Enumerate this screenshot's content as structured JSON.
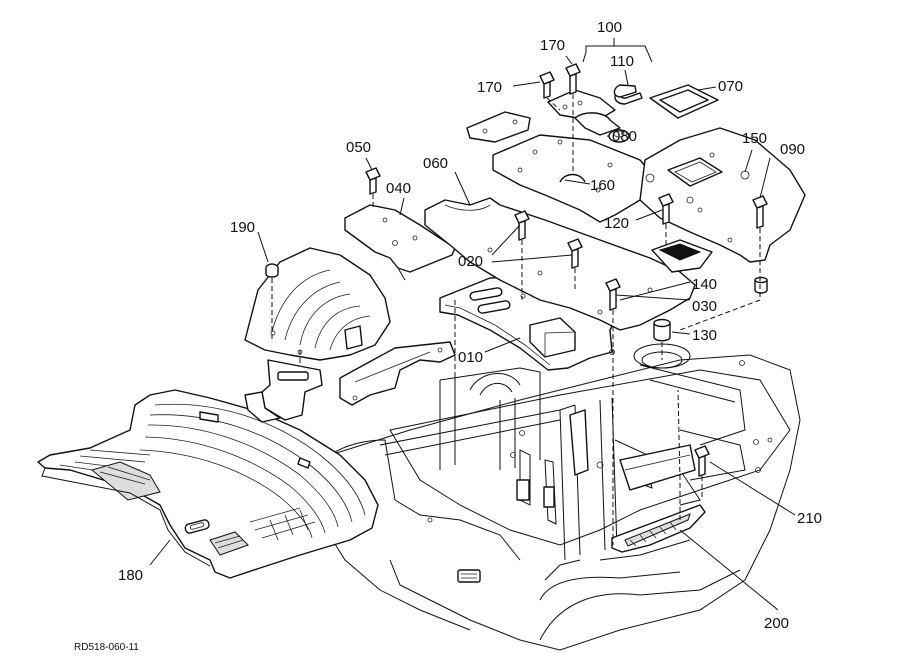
{
  "diagram": {
    "callouts": [
      {
        "key": "c010",
        "label": "010"
      },
      {
        "key": "c020",
        "label": "020"
      },
      {
        "key": "c030",
        "label": "030"
      },
      {
        "key": "c040",
        "label": "040"
      },
      {
        "key": "c050",
        "label": "050"
      },
      {
        "key": "c060",
        "label": "060"
      },
      {
        "key": "c070",
        "label": "070"
      },
      {
        "key": "c080",
        "label": "080"
      },
      {
        "key": "c090",
        "label": "090"
      },
      {
        "key": "c100",
        "label": "100"
      },
      {
        "key": "c110",
        "label": "110"
      },
      {
        "key": "c120",
        "label": "120"
      },
      {
        "key": "c130",
        "label": "130"
      },
      {
        "key": "c140",
        "label": "140"
      },
      {
        "key": "c150",
        "label": "150"
      },
      {
        "key": "c160",
        "label": "160"
      },
      {
        "key": "c170a",
        "label": "170"
      },
      {
        "key": "c170b",
        "label": "170"
      },
      {
        "key": "c180",
        "label": "180"
      },
      {
        "key": "c190",
        "label": "190"
      },
      {
        "key": "c200",
        "label": "200"
      },
      {
        "key": "c210",
        "label": "210"
      }
    ],
    "document_id": "RD518-060-11"
  }
}
